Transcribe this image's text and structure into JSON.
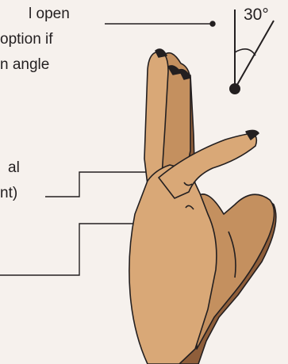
{
  "text_lines": [
    "l open",
    "option if",
    "n angle",
    "al",
    "nt)"
  ],
  "angle_indicator": {
    "value_text": "30°",
    "degrees": 30
  },
  "colors": {
    "background": "#f6f1ed",
    "skin_light": "#d9a877",
    "skin_mid": "#c4905f",
    "skin_shadow": "#8f5e3a",
    "outline": "#231f20",
    "nail": "#231f20"
  },
  "icons": {
    "figure": "raised-hand-illustration",
    "angle": "angle-indicator-icon"
  }
}
